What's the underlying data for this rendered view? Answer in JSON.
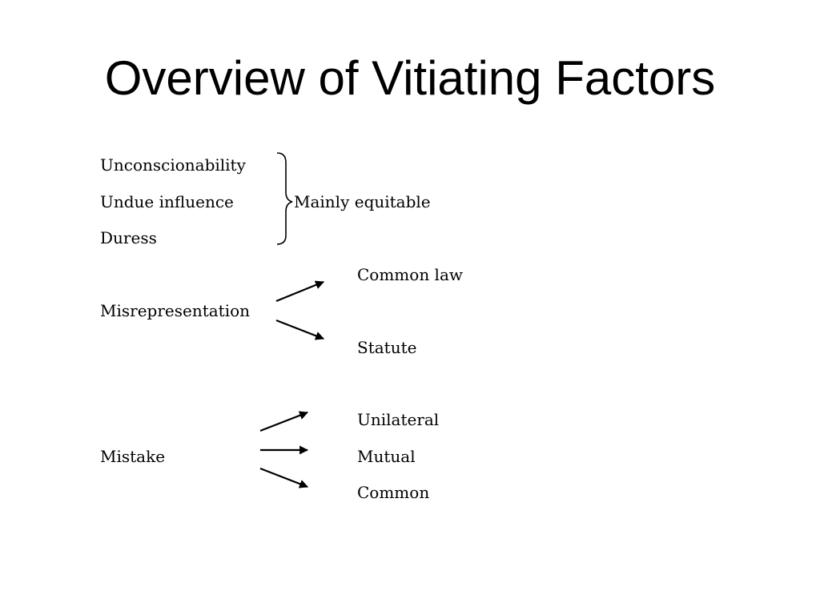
{
  "slide": {
    "title": "Overview of Vitiating Factors"
  },
  "equitable_group": {
    "items": [
      "Unconscionability",
      "Undue influence",
      "Duress"
    ],
    "label": "Mainly equitable"
  },
  "misrepresentation": {
    "label": "Misrepresentation",
    "branches": [
      "Common law",
      "Statute"
    ]
  },
  "mistake": {
    "label": "Mistake",
    "branches": [
      "Unilateral",
      "Mutual",
      "Common"
    ]
  }
}
